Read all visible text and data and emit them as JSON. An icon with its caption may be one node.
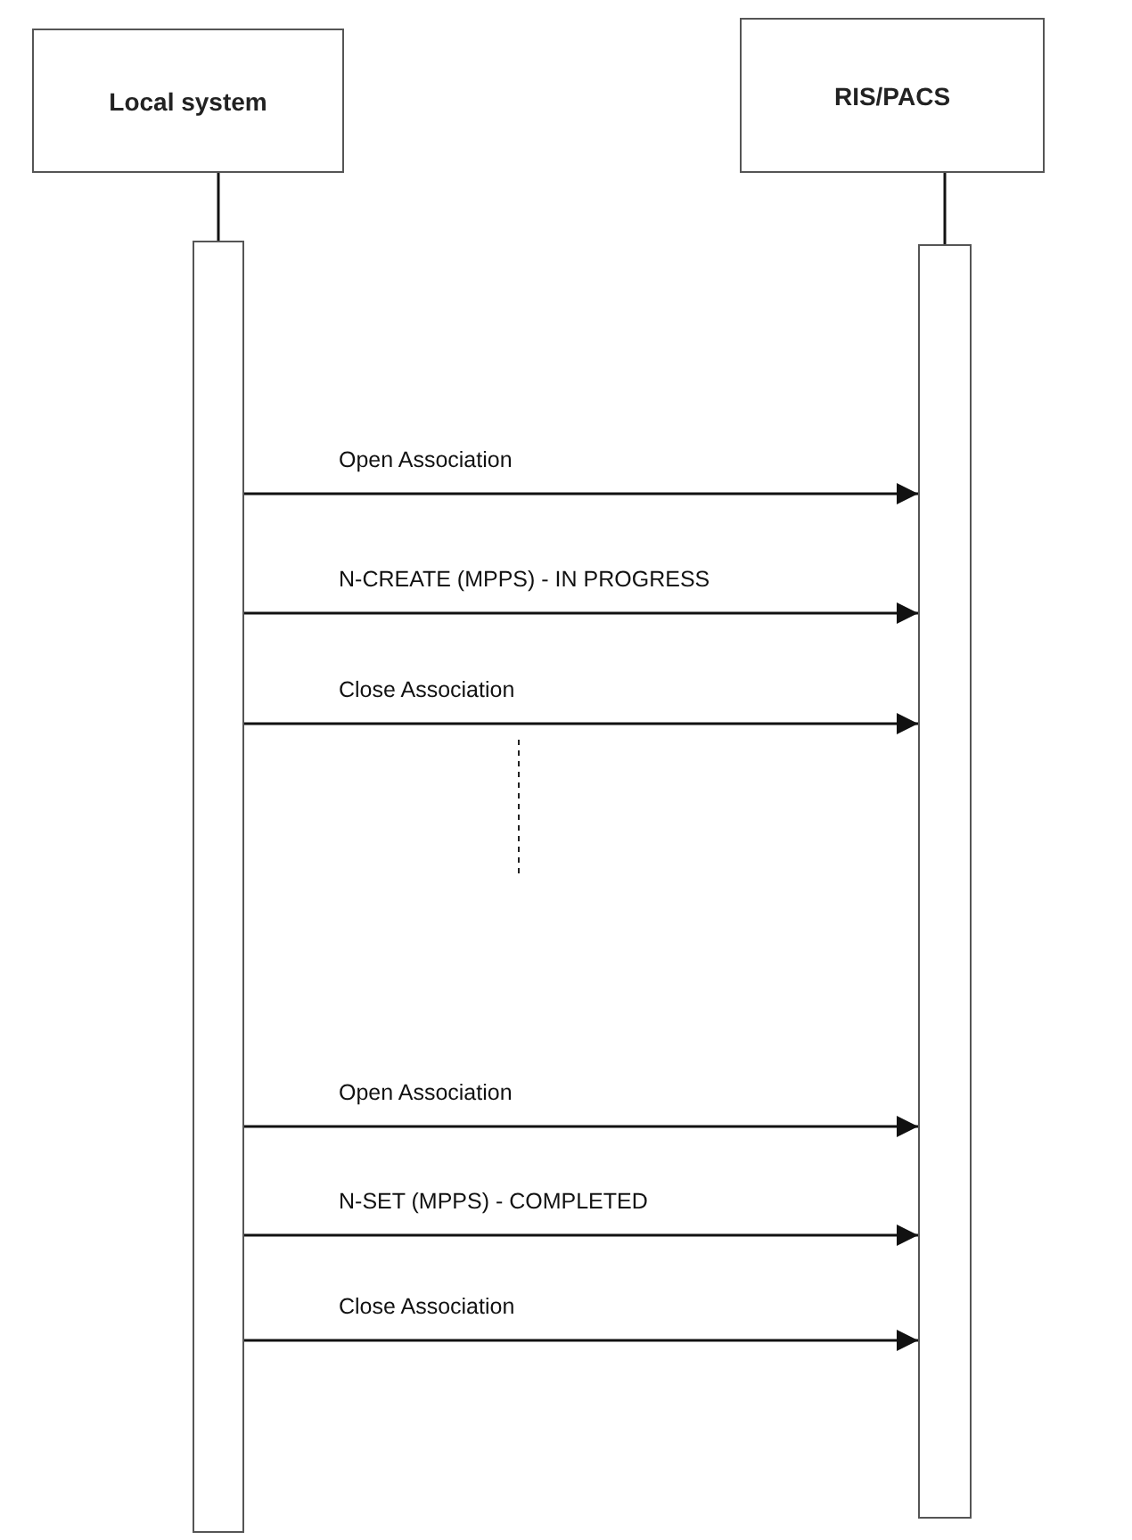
{
  "diagram": {
    "nodes": [
      {
        "text": [
          "Local system"
        ]
      },
      {
        "text": [
          "RIS/PACS"
        ]
      },
      {
        "text": [],
        "shape": "bar"
      },
      {
        "text": [],
        "shape": "bar"
      }
    ],
    "edges": [
      {
        "from": 0,
        "to": 2,
        "arrow": "none"
      },
      {
        "from": 1,
        "to": 3,
        "arrow": "none"
      },
      {
        "from": 2,
        "to": 3,
        "arrow": "to",
        "label": "Open Association"
      },
      {
        "from": 2,
        "to": 3,
        "arrow": "to",
        "label": "N-CREATE (MPPS) - IN PROGRESS"
      },
      {
        "from": 2,
        "to": 3,
        "arrow": "to",
        "label": "Close Association"
      },
      {
        "from": 2,
        "to": 3,
        "arrow": "to",
        "label": "Open Association"
      },
      {
        "from": 2,
        "to": 3,
        "arrow": "to",
        "label": "N-SET (MPPS) - COMPLETED"
      },
      {
        "from": 2,
        "to": 3,
        "arrow": "to",
        "label": "Close Association"
      }
    ]
  }
}
